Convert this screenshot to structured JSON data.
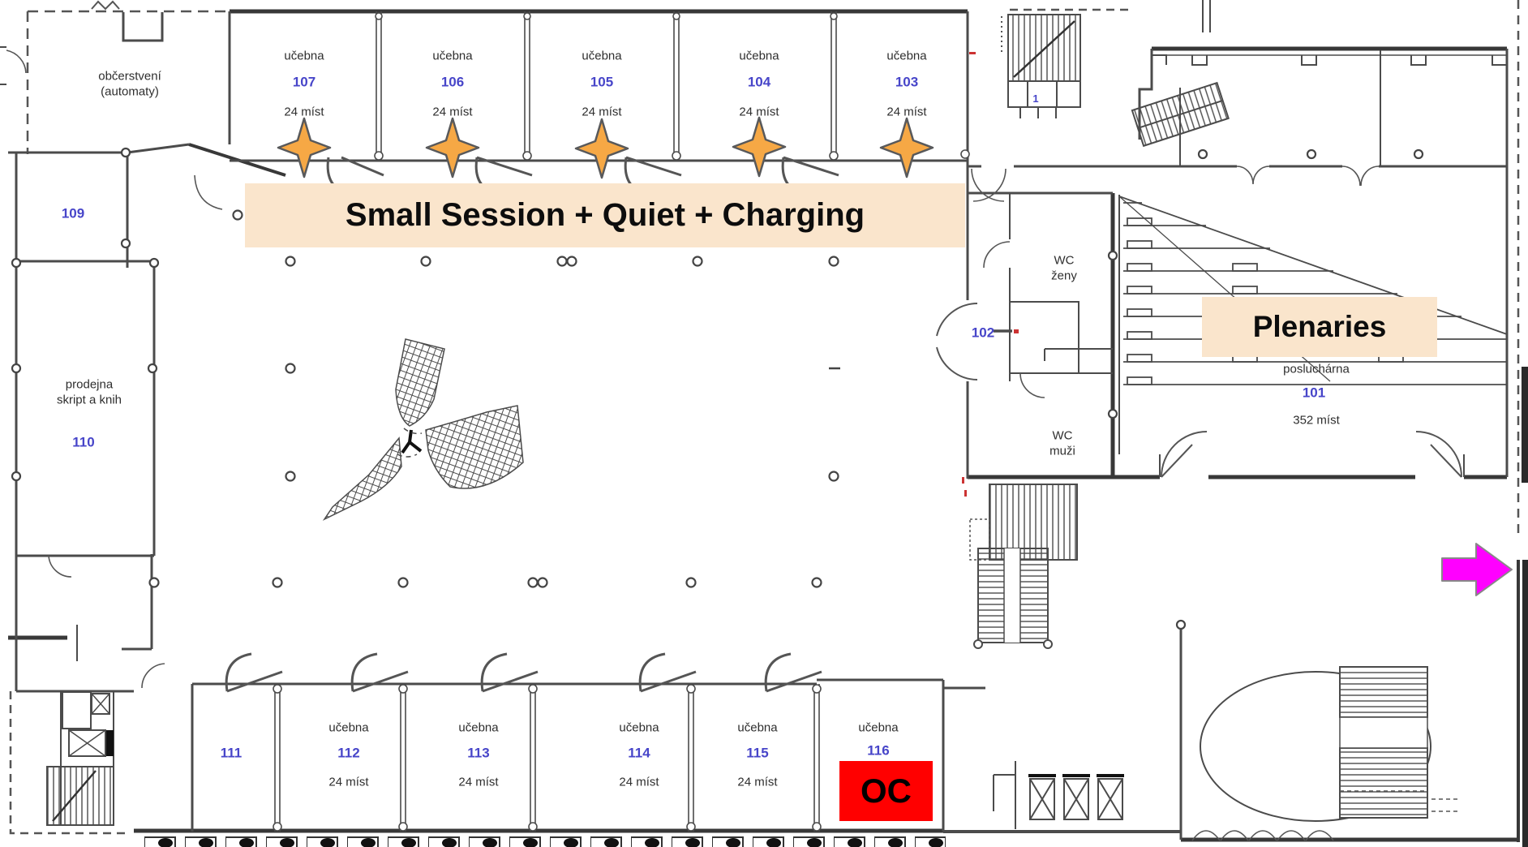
{
  "colors": {
    "highlight_banner": "#FAE5CC",
    "star": "#F6A845",
    "arrow": "#FF00FF",
    "oc_box": "#FF0000",
    "room_number": "#4745C9",
    "plan_lines": "#4B4B4B"
  },
  "banners": {
    "small_session": "Small Session + Quiet + Charging",
    "plenaries": "Plenaries",
    "oc": "OC"
  },
  "rooms": {
    "top": [
      {
        "label": "učebna",
        "number": "107",
        "capacity": "24 míst"
      },
      {
        "label": "učebna",
        "number": "106",
        "capacity": "24 míst"
      },
      {
        "label": "učebna",
        "number": "105",
        "capacity": "24 míst"
      },
      {
        "label": "učebna",
        "number": "104",
        "capacity": "24 míst"
      },
      {
        "label": "učebna",
        "number": "103",
        "capacity": "24 míst"
      }
    ],
    "bottom": [
      {
        "number": "111"
      },
      {
        "label": "učebna",
        "number": "112",
        "capacity": "24 míst"
      },
      {
        "label": "učebna",
        "number": "113",
        "capacity": "24 míst"
      },
      {
        "label": "učebna",
        "number": "114",
        "capacity": "24 míst"
      },
      {
        "label": "učebna",
        "number": "115",
        "capacity": "24 míst"
      },
      {
        "label": "učebna",
        "number": "116"
      }
    ],
    "refreshments": "občerstvení\n(automaty)",
    "room_109": "109",
    "bookstore": "prodejna\nskript a knih",
    "bookstore_number": "110",
    "wc_women": "WC\nženy",
    "room_102": "102",
    "wc_men": "WC\nmuži",
    "lecture_hall_label": "posluchárna",
    "lecture_hall_number": "101",
    "lecture_hall_capacity": "352 míst",
    "stair_level": "1"
  }
}
